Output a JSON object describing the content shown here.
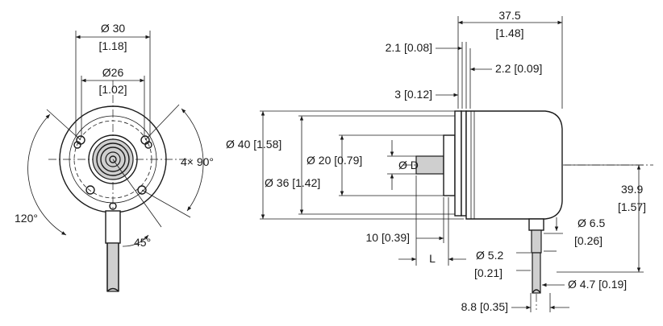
{
  "front_view": {
    "dia_outer": "Ø 30",
    "dia_outer_in": "[1.18]",
    "dia_inner": "Ø26",
    "dia_inner_in": "[1.02]",
    "holes": "4× 90°",
    "angle_large": "120°",
    "angle_small": "45°"
  },
  "side_view": {
    "length": "37.5",
    "length_in": "[1.48]",
    "d_2_1": "2.1 [0.08]",
    "d_2_2": "2.2 [0.09]",
    "d_3": "3 [0.12]",
    "dia_40": "Ø 40 [1.58]",
    "dia_20": "Ø 20 [0.79]",
    "dia_d": "Ø D",
    "dia_36": "Ø 36 [1.42]",
    "d_10": "10 [0.39]",
    "d_l": "L",
    "d_39_9": "39.9",
    "d_39_9_in": "[1.57]",
    "dia_6_5": "Ø 6.5",
    "dia_6_5_in": "[0.26]",
    "dia_5_2": "Ø 5.2",
    "dia_5_2_in": "[0.21]",
    "dia_4_7": "Ø 4.7 [0.19]",
    "d_8_8": "8.8 [0.35]"
  }
}
